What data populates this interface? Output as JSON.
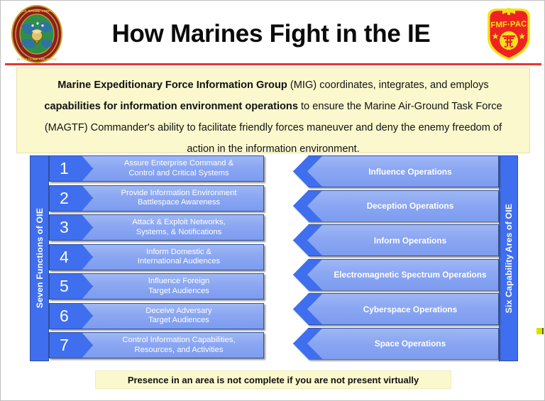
{
  "header": {
    "title": "How Marines Fight in the IE",
    "left_seal_name": "U.S. Marine Corps Forces Pacific seal",
    "left_seal_outer_text_top": "U.S. MARINE CORPS FORCES PACIFIC",
    "left_seal_outer_text_bottom": "IN ANY CLIME AND PLACE",
    "right_patch_name": "FMF-PAC shoulder patch",
    "right_patch_text": "FMF·PAC",
    "rule_color": "#e8372c"
  },
  "mission": {
    "seg1_bold": "Marine Expeditionary Force Information Group",
    "seg2": " (MIG) coordinates, integrates, and employs ",
    "seg3_bold": "capabilities for information environment operations",
    "seg4": " to ensure the Marine Air-Ground Task Force (MAGTF) Commander's ability to facilitate friendly forces maneuver and deny the enemy freedom of action in the information environment.",
    "background": "#fbf8cd"
  },
  "diagram": {
    "left_rail_label": "Seven Functions of OIE",
    "right_rail_label": "Six Capability Ares of OIE",
    "accent_dark_blue": "#3f6fee",
    "accent_light_blue": "#8aa6f2",
    "functions": [
      {
        "number": "1",
        "line1": "Assure Enterprise Command &",
        "line2": "Control and Critical Systems"
      },
      {
        "number": "2",
        "line1": "Provide Information Environment",
        "line2": "Battlespace Awareness"
      },
      {
        "number": "3",
        "line1": "Attack & Exploit Networks,",
        "line2": "Systems, & Notifications"
      },
      {
        "number": "4",
        "line1": "Inform Domestic &",
        "line2": "International Audiences"
      },
      {
        "number": "5",
        "line1": "Influence Foreign",
        "line2": "Target Audiences"
      },
      {
        "number": "6",
        "line1": "Deceive Adversary",
        "line2": "Target Audiences"
      },
      {
        "number": "7",
        "line1": "Control Information Capabilities,",
        "line2": "Resources, and Activities"
      }
    ],
    "capabilities": [
      {
        "label": "Influence Operations"
      },
      {
        "label": "Deception Operations"
      },
      {
        "label": "Inform Operations"
      },
      {
        "label": "Electromagnetic Spectrum Operations"
      },
      {
        "label": "Cyberspace Operations"
      },
      {
        "label": "Space Operations"
      }
    ]
  },
  "footer": {
    "text": "Presence in an area is not complete if you are not present virtually",
    "background": "#fbf8cd"
  }
}
